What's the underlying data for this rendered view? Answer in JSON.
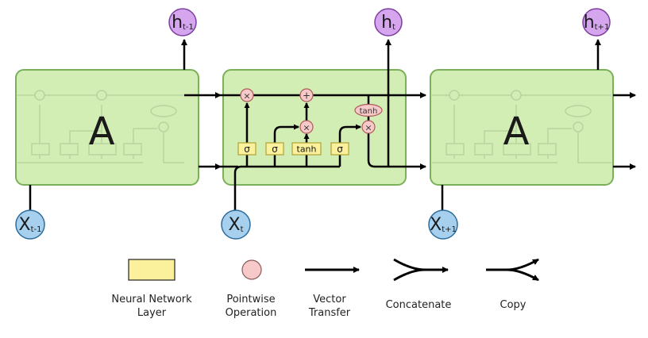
{
  "cells": {
    "left": {
      "label": "A",
      "input": {
        "base": "X",
        "sub": "t-1"
      },
      "output": {
        "base": "h",
        "sub": "t-1"
      }
    },
    "middle": {
      "input": {
        "base": "X",
        "sub": "t"
      },
      "output": {
        "base": "h",
        "sub": "t"
      }
    },
    "right": {
      "label": "A",
      "input": {
        "base": "X",
        "sub": "t+1"
      },
      "output": {
        "base": "h",
        "sub": "t+1"
      }
    }
  },
  "gate_labels": {
    "sigma": "σ",
    "tanh": "tanh"
  },
  "op_labels": {
    "multiply": "×",
    "add": "+",
    "tanh": "tanh"
  },
  "legend": {
    "layer": "Neural Network\nLayer",
    "pointwise": "Pointwise\nOperation",
    "vector": "Vector\nTransfer",
    "concat": "Concatenate",
    "copy": "Copy"
  },
  "colors": {
    "cell_fill": "#d3eeb5",
    "cell_stroke": "#7bb05a",
    "layer_fill": "#fbf09b",
    "layer_stroke": "#b0a235",
    "pointwise_fill": "#f7c9c9",
    "pointwise_stroke": "#b05a5a",
    "input_fill": "#a6d0ee",
    "input_stroke": "#2b6d9e",
    "output_fill": "#d5a6ee",
    "output_stroke": "#7d3ea0"
  }
}
